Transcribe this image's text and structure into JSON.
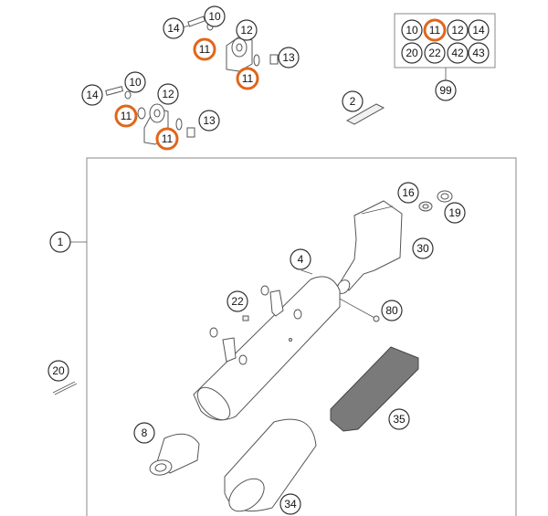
{
  "colors": {
    "highlight": "#e0661c",
    "line": "#555555",
    "frame": "#888888"
  },
  "kit": {
    "labels": [
      "10",
      "11",
      "12",
      "14",
      "20",
      "22",
      "42",
      "43"
    ],
    "highlighted": "11",
    "part_number": "99"
  },
  "callouts": {
    "c1": "1",
    "c2": "2",
    "c4": "4",
    "c8": "8",
    "c10a": "10",
    "c10b": "10",
    "c11a": "11",
    "c11b": "11",
    "c11c": "11",
    "c11d": "11",
    "c12a": "12",
    "c12b": "12",
    "c13a": "13",
    "c13b": "13",
    "c14a": "14",
    "c14b": "14",
    "c16": "16",
    "c19": "19",
    "c20": "20",
    "c22": "22",
    "c30": "30",
    "c34": "34",
    "c35": "35",
    "c80": "80"
  }
}
